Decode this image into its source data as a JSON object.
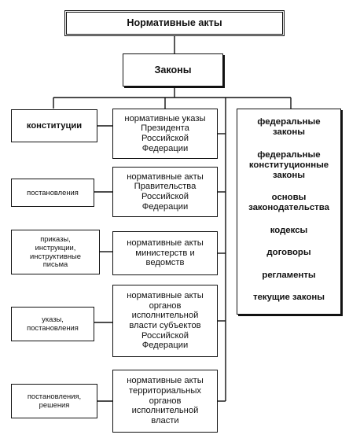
{
  "title": "Нормативные акты",
  "laws": "Законы",
  "left": [
    [
      "конституции"
    ],
    [
      "постановления"
    ],
    [
      "приказы,",
      "инструкции,",
      "инструктивные",
      "письма"
    ],
    [
      "указы,",
      "постановления"
    ],
    [
      "постановления,",
      "решения"
    ]
  ],
  "center": [
    [
      "нормативные указы",
      "Президента",
      "Российской",
      "Федерации"
    ],
    [
      "нормативные акты",
      "Правительства",
      "Российской",
      "Федерации"
    ],
    [
      "нормативные акты",
      "министерств и",
      "ведомств"
    ],
    [
      "нормативные акты",
      "органов",
      "исполнительной",
      "власти субъектов",
      "Российской",
      "Федерации"
    ],
    [
      "нормативные акты",
      "территориальных",
      "органов",
      "исполнительной",
      "власти"
    ]
  ],
  "right": [
    [
      "федеральные",
      "законы"
    ],
    [
      "федеральные",
      "конституционные",
      "законы"
    ],
    [
      "основы",
      "законодательства"
    ],
    [
      "кодексы"
    ],
    [
      "договоры"
    ],
    [
      "регламенты"
    ],
    [
      "текущие законы"
    ]
  ]
}
